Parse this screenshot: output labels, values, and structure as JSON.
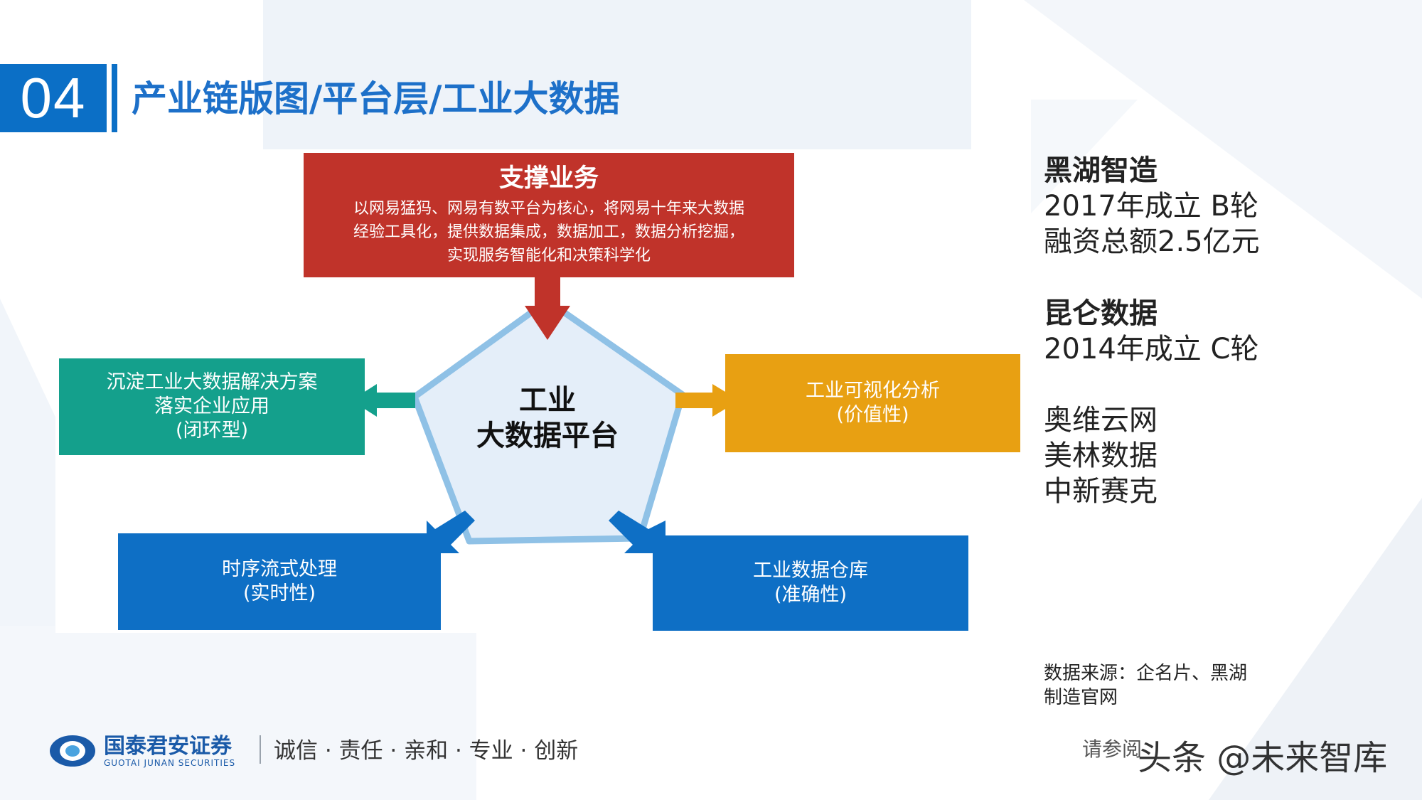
{
  "header": {
    "section_number": "04",
    "title": "产业链版图/平台层/工业大数据"
  },
  "diagram": {
    "support": {
      "title": "支撑业务",
      "lines": [
        "以网易猛犸、网易有数平台为核心，将网易十年来大数据",
        "经验工具化，提供数据集成，数据加工，数据分析挖掘，",
        "实现服务智能化和决策科学化"
      ]
    },
    "center": [
      "工业",
      "大数据平台"
    ],
    "left": [
      "沉淀工业大数据解决方案",
      "落实企业应用",
      "(闭环型)"
    ],
    "right": [
      "工业可视化分析",
      "(价值性)"
    ],
    "bottom_left": [
      "时序流式处理",
      "(实时性)"
    ],
    "bottom_right": [
      "工业数据仓库",
      "(准确性)"
    ],
    "colors": {
      "support": "#c0332a",
      "left": "#14a08c",
      "right": "#e8a012",
      "bottom": "#0e6fc5",
      "pentagon_fill": "#e4eef9",
      "pentagon_stroke": "#8fc1e6"
    }
  },
  "companies": [
    {
      "name": "黑湖智造",
      "details": [
        "2017年成立 B轮",
        "融资总额2.5亿元"
      ]
    },
    {
      "name": "昆仑数据",
      "details": [
        "2014年成立 C轮"
      ]
    },
    {
      "name": "",
      "details": [
        "奥维云网",
        "美林数据",
        "中新赛克"
      ]
    }
  ],
  "source": [
    "数据来源：企名片、黑湖",
    "制造官网"
  ],
  "footer": {
    "brand": "国泰君安证券",
    "brand_en": "GUOTAI JUNAN SECURITIES",
    "slogan": "诚信 · 责任 · 亲和 · 专业 · 创新",
    "disclaimer": "请参阅",
    "watermark": "头条 @未来智库"
  }
}
